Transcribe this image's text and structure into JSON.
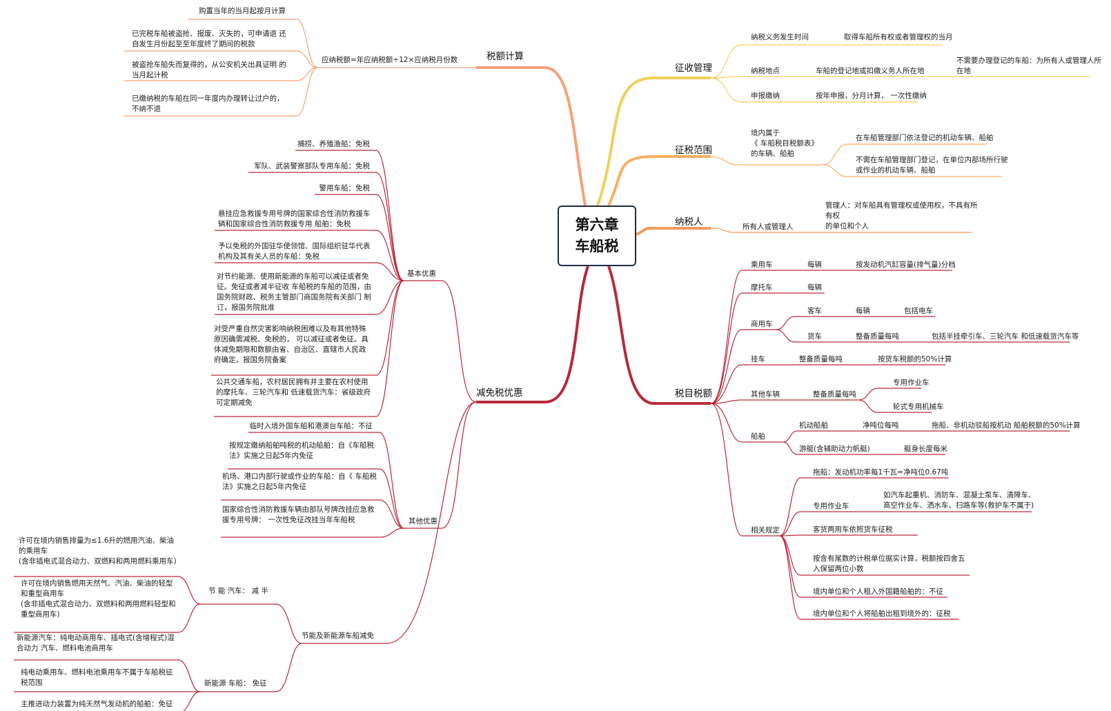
{
  "root": "第六章\n车船税",
  "branches": {
    "collection": {
      "label": "征收管理",
      "time": {
        "label": "纳税义务发生时间",
        "detail": "取得车船所有权或者管理权的当月"
      },
      "place": {
        "label": "纳税地点",
        "detail": "车船的登记地或扣缴义务人所在地",
        "extra": "不需要办理登记的车船：为所有人或管理人所在地"
      },
      "filing": {
        "label": "申报缴纳",
        "detail": "按年申报，分月计算， 一次性缴纳"
      }
    },
    "scope": {
      "label": "征税范围",
      "parent": "境内属于\n《 车船税目税额表》\n的车辆、船舶",
      "c1": "在车船管理部门依法登记的机动车辆、船舶",
      "c2": "不需在车船管理部门登记，在单位内部场所行驶\n或作业的机动车辆、船舶"
    },
    "taxpayer": {
      "label": "纳税人",
      "owner": "所有人或管理人",
      "manager": "管理人：对车船具有管理权或使用权，不具有所有权\n的单位和个人"
    },
    "items": {
      "label": "税目税额",
      "passenger": {
        "label": "乘用车",
        "unit": "每辆",
        "note": "按发动机汽缸容量(排气量)分档"
      },
      "moto": {
        "label": "摩托车",
        "unit": "每辆"
      },
      "commercial": {
        "label": "商用车",
        "bus": {
          "label": "客车",
          "unit": "每辆",
          "note": "包括电车"
        },
        "truck": {
          "label": "货车",
          "unit": "整备质量每吨",
          "note": "包括半挂牵引车、三轮汽车 和低速载货汽车等"
        }
      },
      "trailer": {
        "label": "挂车",
        "unit": "整备质量每吨",
        "note": "按货车税额的50%计算"
      },
      "other": {
        "label": "其他车辆",
        "unit": "整备质量每吨",
        "c1": "专用作业车",
        "c2": "轮式专用机械车"
      },
      "vessel": {
        "label": "船舶",
        "motor": {
          "label": "机动船舶",
          "unit": "净吨位每吨",
          "note": "拖船、非机动驳船按机动 船舶税额的50%计算"
        },
        "yacht": {
          "label": "游艇(含辅助动力帆艇)",
          "unit": "艇身长度每米"
        }
      },
      "rules": {
        "label": "相关规定",
        "r1": "拖船：发动机功率每1千瓦=净吨位0.67吨",
        "r2": {
          "label": "专用作业车",
          "note": "如汽车起重机、消防车、混凝土泵车、清障车、\n高空作业车、洒水车、扫路车等(救护车不属于)"
        },
        "r3": "客货两用车依照货车征税",
        "r4": "按含有尾数的计税单位据实计算，税额按四舍五\n入保留两位小数",
        "r5": "境内单位和个人租入外国籍船舶的：不征",
        "r6": "境内单位和个人将船舶出租到境外的：征税"
      }
    },
    "calc": {
      "label": "税额计算",
      "formula": "应纳税额=年应纳税额÷12×应纳税月份数",
      "c1": "购置当年的当月起按月计算",
      "c2": "已完税车船被盗抢、报废、灭失的，可申请退 还\n自发生月份起至至年度终了期间的税款",
      "c3": "被盗抢车船失而复得的，从公安机关出具证明 的\n当月起计税",
      "c4": "已缴纳税的车船在同一年度内办理转让过户的，\n不纳不退"
    },
    "relief": {
      "label": "减免税优惠",
      "basic": {
        "label": "基本优惠",
        "b1": "捕捞、养殖渔船：免税",
        "b2": "军队、武装警察部队专用车船：免税",
        "b3": "警用车船：免税",
        "b4": "悬挂应急救援专用号牌的国家综合性消防救援车\n辆和国家综合性消防救援专用 船舶：免税",
        "b5": "予以免税的外国驻华使领馆、国际组织驻华代表\n机构及其有关人员的车船：免税",
        "b6": "对节约能源、使用新能源的车船可以减征或者免\n征。免征或者减半征收 车船税的车船的范围，由\n国务院财政、税务主管部门商国务院有关部门 制\n订，报国务院批准",
        "b7": "对受严重自然灾害影响纳税困难以及有其他特殊\n原因确需减税、免税的， 可以减征或者免征。具\n体减免期限和数额由省、自治区、直辖市人民政\n府确定，报国务院备案",
        "b8": "公共交通车船，农村居民拥有并主要在农村使用\n的摩托车、三轮汽车和 低速载货汽车：省级政府\n可定期减免"
      },
      "other": {
        "label": "其他优惠",
        "o1": "临时入境外国车船和港澳台车船：不征",
        "o2": "按规定缴纳船舶吨税的机动船舶：自《车船税\n法》实施之日起5年内免征",
        "o3": "机场、港口内部行驶或作业的车船：自《 车船税\n法》实施之日起5年内免征",
        "o4": "国家综合性消防救援车辆由部队号牌改挂应急救\n援专用号牌： 一次性免征改挂当年车船税"
      },
      "energy": {
        "label": "节能及新能源车船减免",
        "saving": {
          "label": "节 能  汽车：  减 半",
          "s1": "许可在境内销售排量为≤1.6升的燃用汽油、柴油\n的乘用车\n(含非插电式混合动力、双燃料和两用燃料乘用车)",
          "s2": "许可在境内销售燃用天然气、汽油、柴油的轻型\n和重型商用车\n(含非插电式混合动力、双燃料和两用燃料轻型和\n重型商用车)"
        },
        "newenergy": {
          "label": "新能源 车船：  免征",
          "n1": "新能源汽车：纯电动商用车、插电式(含增程式)混\n合动力 汽车、燃料电池商用车",
          "n2": "纯电动乘用车、燃料电池乘用车不属于车船税征\n税范围",
          "n3": "主推进动力装置为纯天然气发动机的船舶：免征"
        }
      }
    }
  },
  "colors": {
    "collection": "#f0cf5a",
    "scope": "#f9b062",
    "taxpayer": "#f49a5a",
    "items": "#b82a3c",
    "calc": "#f7a078",
    "relief": "#b8273a",
    "root_border": "#1d2a44"
  }
}
